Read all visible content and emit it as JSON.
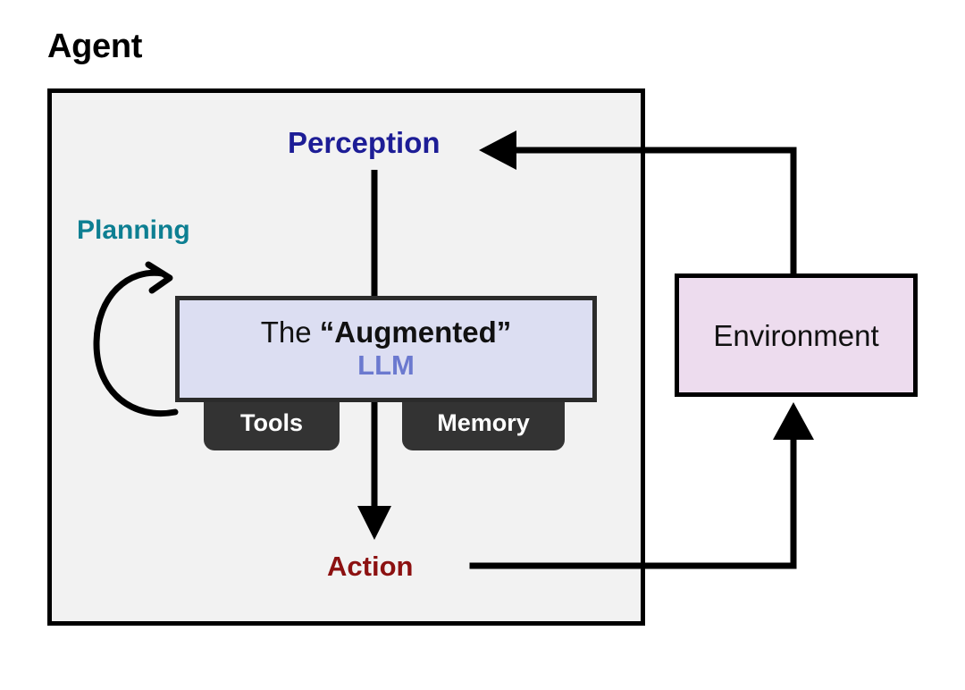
{
  "diagram": {
    "title": "Agent",
    "container": {
      "label": "Agent",
      "fill": "#f2f2f2",
      "stroke": "#000000"
    },
    "nodes": {
      "perception": {
        "label": "Perception",
        "color": "#1d1d96",
        "role": "input-signal"
      },
      "planning": {
        "label": "Planning",
        "color": "#0d7f92",
        "role": "self-loop-label"
      },
      "action": {
        "label": "Action",
        "color": "#8c1111",
        "role": "output-signal"
      },
      "llm": {
        "line1_prefix": "The ",
        "line1_emphasis": "“Augmented”",
        "line2": "LLM",
        "fill": "#dcdef2",
        "stroke": "#2b2b2b",
        "text_color": "#111111",
        "accent_color": "#6b79cf"
      },
      "tools": {
        "label": "Tools",
        "fill": "#333333",
        "text_color": "#ffffff"
      },
      "memory": {
        "label": "Memory",
        "fill": "#333333",
        "text_color": "#ffffff"
      },
      "environment": {
        "label": "Environment",
        "fill": "#eddcee",
        "stroke": "#000000",
        "text_color": "#111111"
      }
    },
    "edges": [
      {
        "id": "perception-to-llm",
        "from": "perception",
        "to": "llm",
        "arrowhead": "none",
        "orientation": "vertical"
      },
      {
        "id": "llm-to-action",
        "from": "llm",
        "to": "action",
        "arrowhead": "down",
        "orientation": "vertical"
      },
      {
        "id": "action-to-environment",
        "from": "action",
        "to": "environment",
        "arrowhead": "up",
        "orientation": "elbow-right-up"
      },
      {
        "id": "environment-to-perception",
        "from": "environment",
        "to": "perception",
        "arrowhead": "left",
        "orientation": "elbow-up-left"
      },
      {
        "id": "llm-self-loop",
        "from": "llm",
        "to": "llm",
        "arrowhead": "curved",
        "orientation": "loop-left",
        "label": "Planning"
      }
    ],
    "edge_color": "#000000"
  }
}
